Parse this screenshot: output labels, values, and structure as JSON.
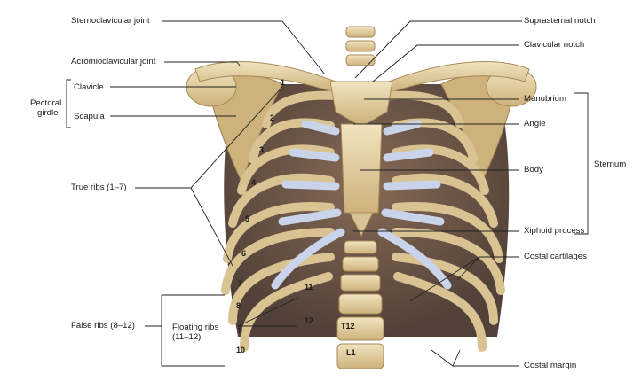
{
  "labels": {
    "sternoclavicular": "Sternoclavicular joint",
    "acromioclavicular": "Acromioclavicular joint",
    "pectoral_girdle_line1": "Pectoral",
    "pectoral_girdle_line2": "girdle",
    "clavicle": "Clavicle",
    "scapula": "Scapula",
    "true_ribs": "True ribs (1–7)",
    "false_ribs": "False ribs (8–12)",
    "floating_ribs_line1": "Floating ribs",
    "floating_ribs_line2": "(11–12)",
    "suprasternal": "Suprasternal notch",
    "clavicular_notch": "Clavicular notch",
    "manubrium": "Manubrium",
    "angle": "Angle",
    "body": "Body",
    "sternum": "Sternum",
    "xiphoid": "Xiphoid process",
    "costal_cartilages": "Costal cartilages",
    "costal_margin": "Costal margin"
  },
  "rib_numbers": [
    "1",
    "2",
    "3",
    "4",
    "5",
    "6",
    "7",
    "8",
    "9",
    "10",
    "11",
    "12"
  ],
  "vertebra_labels": {
    "t12": "T12",
    "l1": "L1"
  },
  "colors": {
    "bone": "#e7d6ab",
    "bone_dark": "#b89c66",
    "cartilage": "#c9d4ea",
    "cavity": "#5b4536",
    "leader": "#222222"
  }
}
